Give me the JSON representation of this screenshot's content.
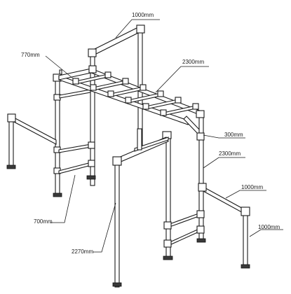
{
  "diagram": {
    "dimensions": [
      {
        "id": "top",
        "text": "1000mm"
      },
      {
        "id": "width-left",
        "text": "770mm"
      },
      {
        "id": "ladder-length",
        "text": "2300mm"
      },
      {
        "id": "rung-spacing",
        "text": "300mm"
      },
      {
        "id": "height-right",
        "text": "2300mm"
      },
      {
        "id": "dip-length",
        "text": "1000mm"
      },
      {
        "id": "dip-height",
        "text": "1000mm"
      },
      {
        "id": "dip-bar-left",
        "text": "700mm"
      },
      {
        "id": "front-height",
        "text": "2270mm"
      }
    ]
  }
}
